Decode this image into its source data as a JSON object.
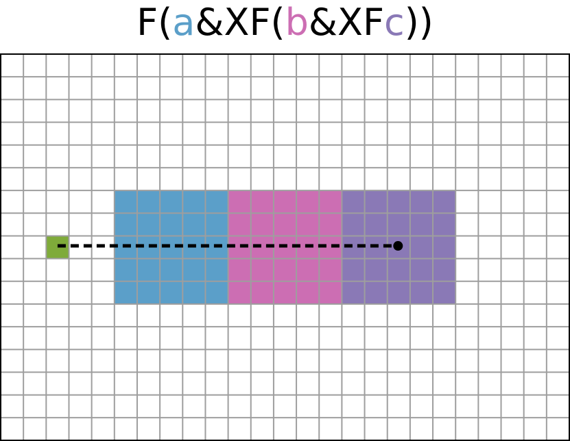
{
  "title": {
    "parts": [
      {
        "text": "F(",
        "color": "#000000"
      },
      {
        "text": "a",
        "color": "#5b9fc9"
      },
      {
        "text": "&XF(",
        "color": "#000000"
      },
      {
        "text": "b",
        "color": "#cc6eb3"
      },
      {
        "text": "&XF",
        "color": "#000000"
      },
      {
        "text": "c",
        "color": "#8a79b6"
      },
      {
        "text": "))",
        "color": "#000000"
      }
    ]
  },
  "grid": {
    "cols": 25,
    "rows": 17,
    "line_color": "#9e9e9e",
    "border_color": "#000000",
    "background": "#ffffff"
  },
  "regions": [
    {
      "name": "region-a",
      "label": "a",
      "col_start": 5,
      "col_end": 9,
      "row_start": 6,
      "row_end": 10,
      "color": "#5b9fc9"
    },
    {
      "name": "region-b",
      "label": "b",
      "col_start": 10,
      "col_end": 14,
      "row_start": 6,
      "row_end": 10,
      "color": "#cc6eb3"
    },
    {
      "name": "region-c",
      "label": "c",
      "col_start": 15,
      "col_end": 19,
      "row_start": 6,
      "row_end": 10,
      "color": "#8a79b6"
    }
  ],
  "agent": {
    "col": 2,
    "row": 8,
    "color": "#7fab3a"
  },
  "path": {
    "from": {
      "col": 2,
      "row": 8
    },
    "to": {
      "col": 17,
      "row": 8
    },
    "color": "#000000",
    "style": "dashed"
  }
}
